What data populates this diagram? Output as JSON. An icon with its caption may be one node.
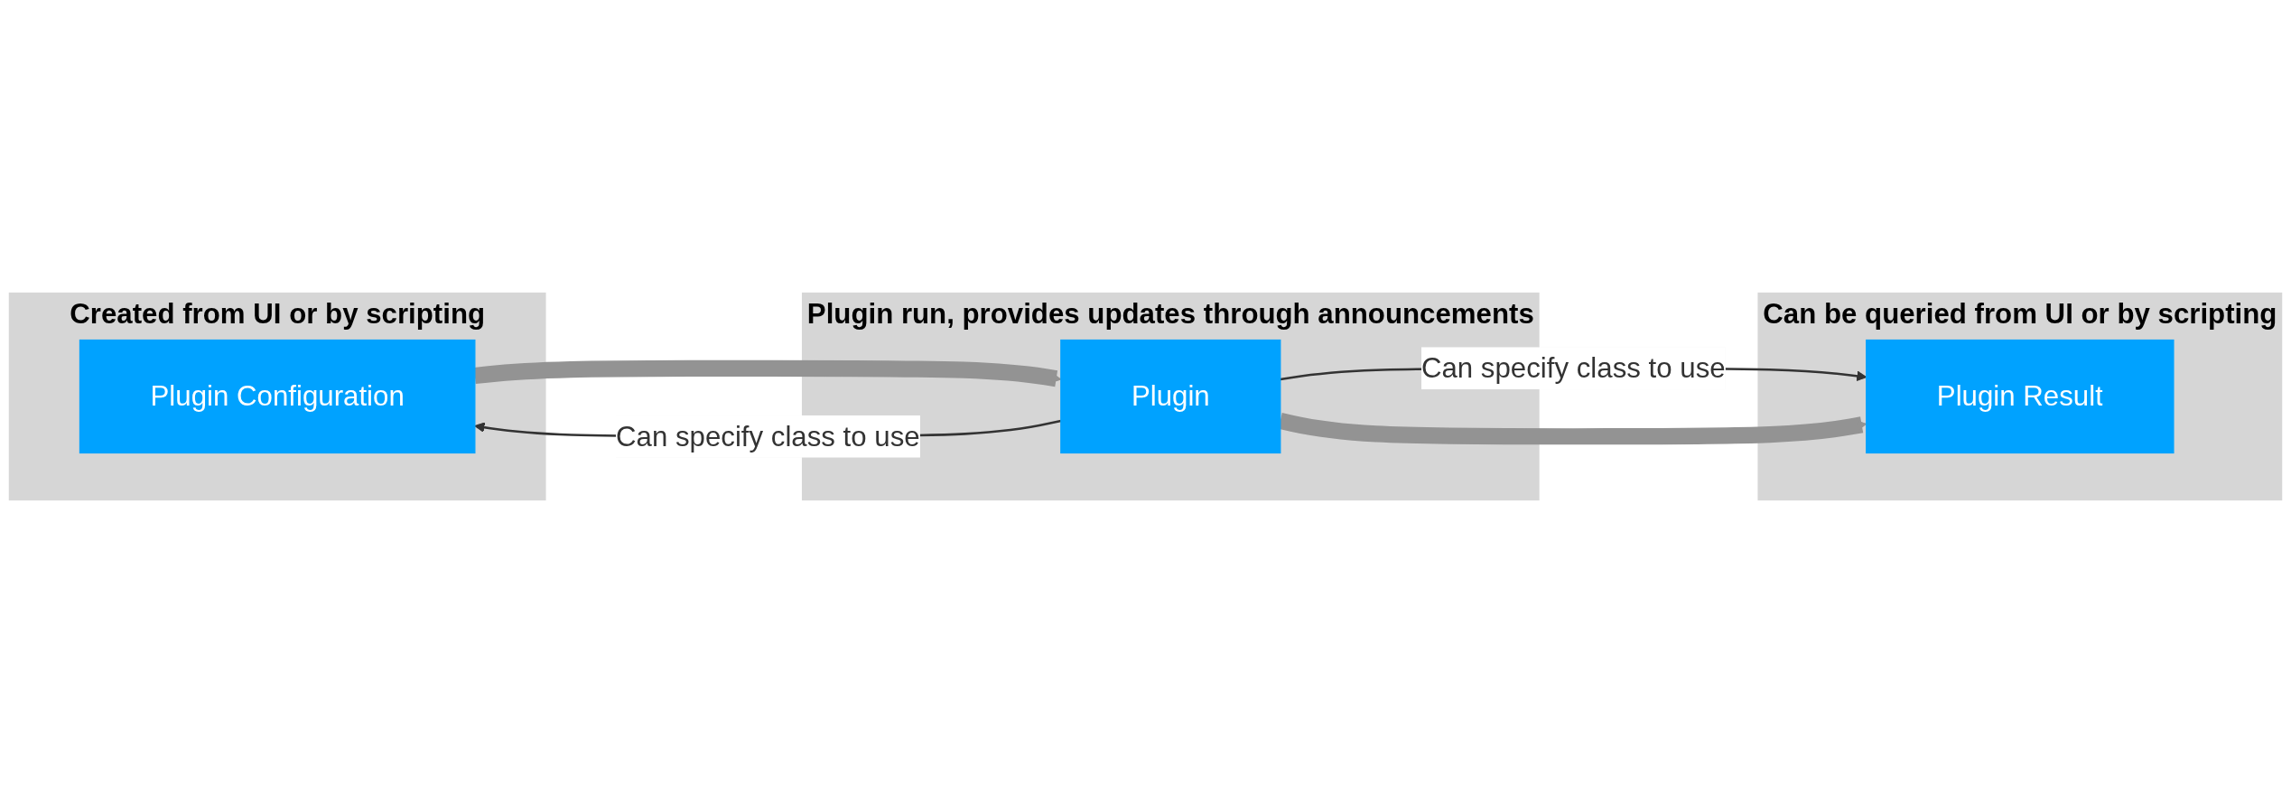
{
  "diagram": {
    "nodes": [
      {
        "text": [
          "Created from UI or by scripting"
        ]
      },
      {
        "text": [
          "Plugin Configuration"
        ],
        "in": 0
      },
      {
        "text": [
          "Plugin run, provides updates through announcements"
        ]
      },
      {
        "text": [
          "Plugin"
        ],
        "in": 2
      },
      {
        "text": [
          "Can be queried from UI or by scripting"
        ]
      },
      {
        "text": [
          "Plugin Result"
        ],
        "in": 4
      }
    ],
    "edges": [
      {
        "from": 3,
        "to": 1,
        "arrow": "to",
        "label": "Can specify class to use"
      },
      {
        "from": 3,
        "to": 5,
        "arrow": "to",
        "label": "Can specify class to use"
      },
      {
        "from": 1,
        "to": 3,
        "arrow": "to",
        "style": "thick",
        "color": "#939393"
      },
      {
        "from": 3,
        "to": 5,
        "arrow": "to",
        "style": "thick",
        "color": "#939393"
      }
    ]
  }
}
